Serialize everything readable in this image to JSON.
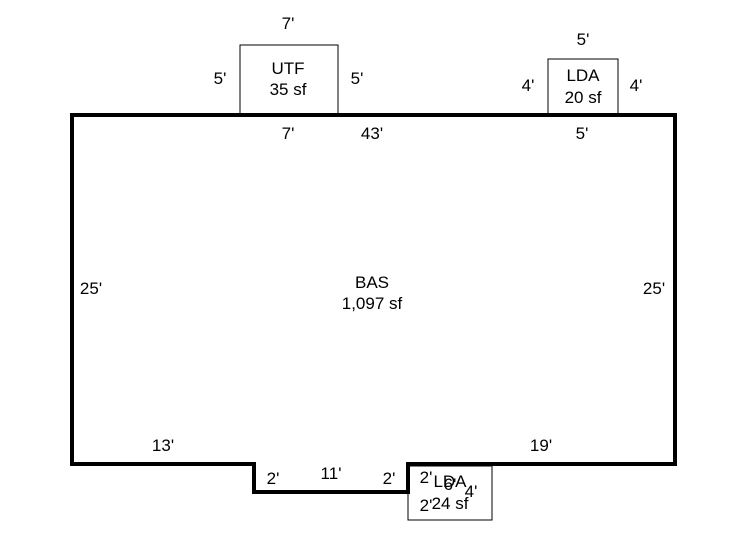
{
  "colors": {
    "background": "#ffffff",
    "line": "#000000"
  },
  "areas": {
    "bas": {
      "code": "BAS",
      "area": "1,097 sf"
    },
    "utf": {
      "code": "UTF",
      "area": "35 sf"
    },
    "lda_top": {
      "code": "LDA",
      "area": "20 sf"
    },
    "lda_bottom": {
      "code": "LDA",
      "area": "24 sf"
    }
  },
  "dimensions": {
    "bas_top_left": "7'",
    "bas_top": "43'",
    "bas_top_right": "5'",
    "bas_left": "25'",
    "bas_right": "25'",
    "bas_bottom_left": "13'",
    "bas_bottom_right": "19'",
    "bas_notch_left": "2'",
    "bas_notch_bottom": "11'",
    "bas_notch_right": "2'",
    "utf_top": "7'",
    "utf_left": "5'",
    "utf_right": "5'",
    "lda_top_top": "5'",
    "lda_top_left": "4'",
    "lda_top_right": "4'",
    "lda_bottom_top_left": "2'",
    "lda_bottom_top_mid": "6'",
    "lda_bottom_right": "4'",
    "lda_bottom_left_low": "2'"
  }
}
